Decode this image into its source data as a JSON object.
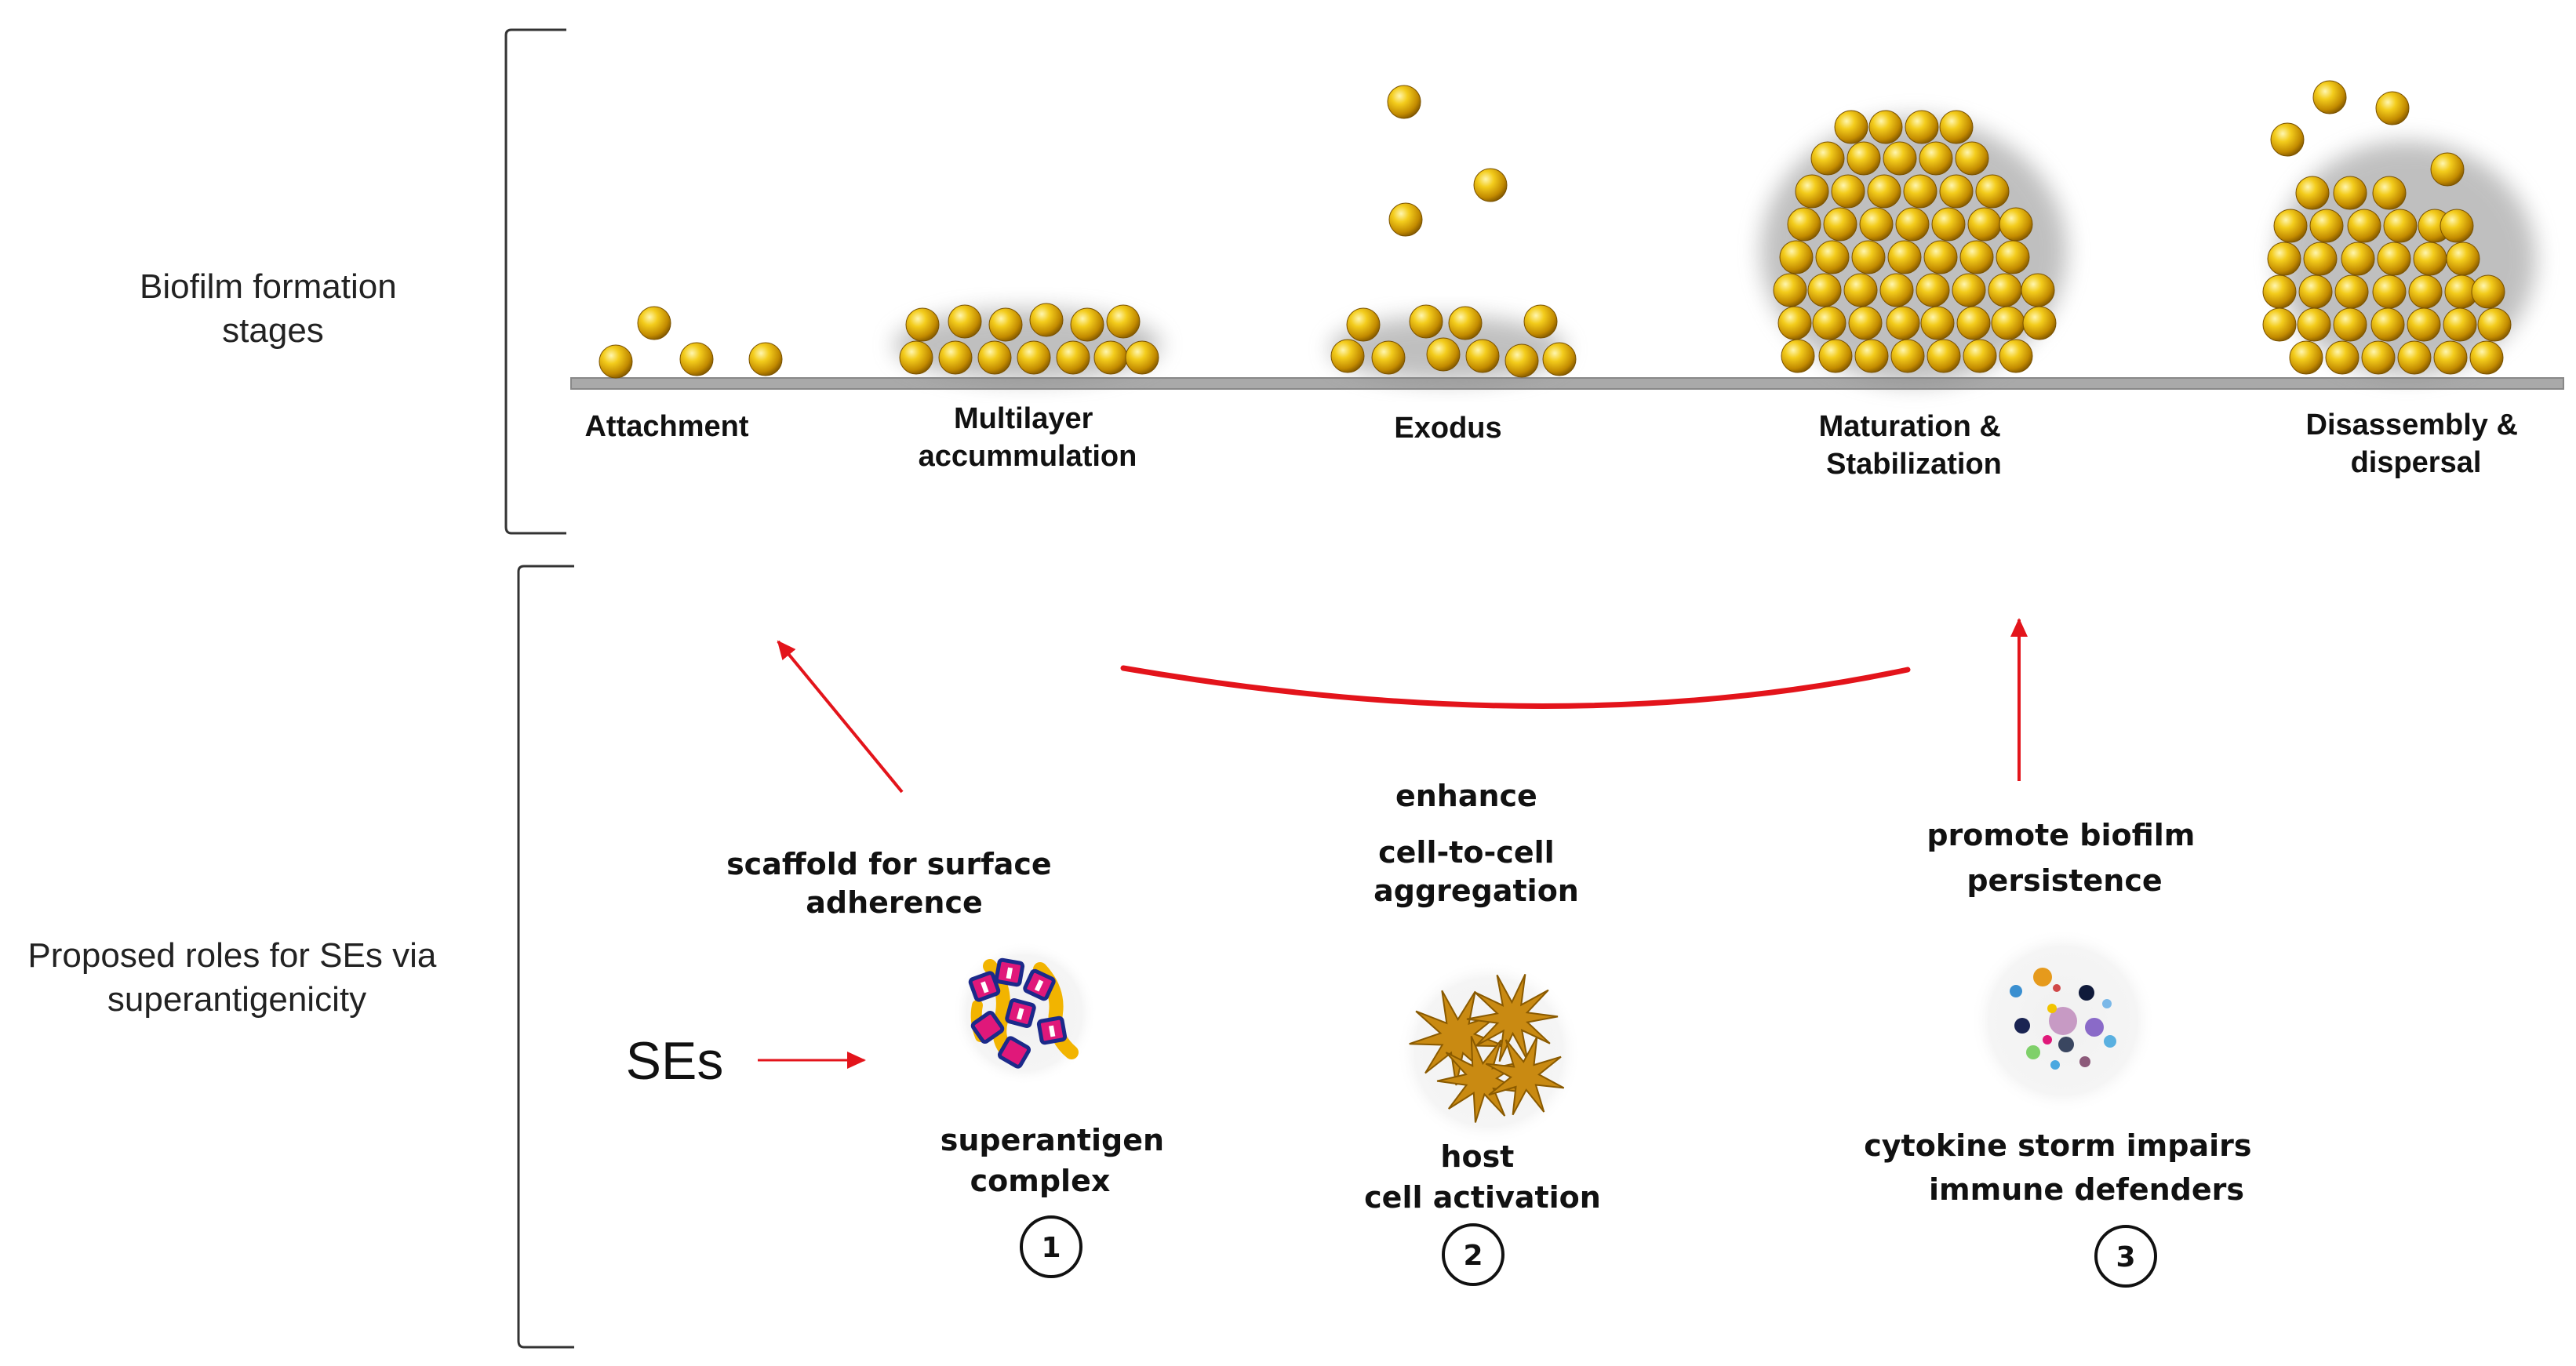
{
  "side_labels": {
    "top": [
      "Biofilm formation",
      "stages"
    ],
    "bottom": [
      "Proposed roles for SEs via",
      "superantigenicity"
    ]
  },
  "stages": [
    {
      "label": [
        "Attachment"
      ]
    },
    {
      "label": [
        "Multilayer",
        "accummulation"
      ]
    },
    {
      "label": [
        "Exodus"
      ]
    },
    {
      "label": [
        "Maturation &",
        "Stabilization"
      ]
    },
    {
      "label": [
        "Disassembly &",
        "dispersal"
      ]
    }
  ],
  "source_label": "SEs",
  "roles": [
    {
      "caption": [
        "scaffold for surface",
        "adherence"
      ],
      "icon": "superantigen-complex-icon",
      "label": [
        "superantigen",
        "complex"
      ],
      "number": "1"
    },
    {
      "caption": [
        "enhance",
        "cell-to-cell",
        "aggregation"
      ],
      "icon": "activated-host-cell-icon",
      "label": [
        "host",
        "cell activation"
      ],
      "number": "2"
    },
    {
      "caption": [
        "promote biofilm",
        "persistence"
      ],
      "icon": "cytokine-storm-icon",
      "label": [
        "cytokine storm impairs",
        "immune defenders"
      ],
      "number": "3"
    }
  ],
  "colors": {
    "arrow": "#e3141b",
    "bacterium": "#e6b000",
    "surface": "#a9a9a9"
  }
}
